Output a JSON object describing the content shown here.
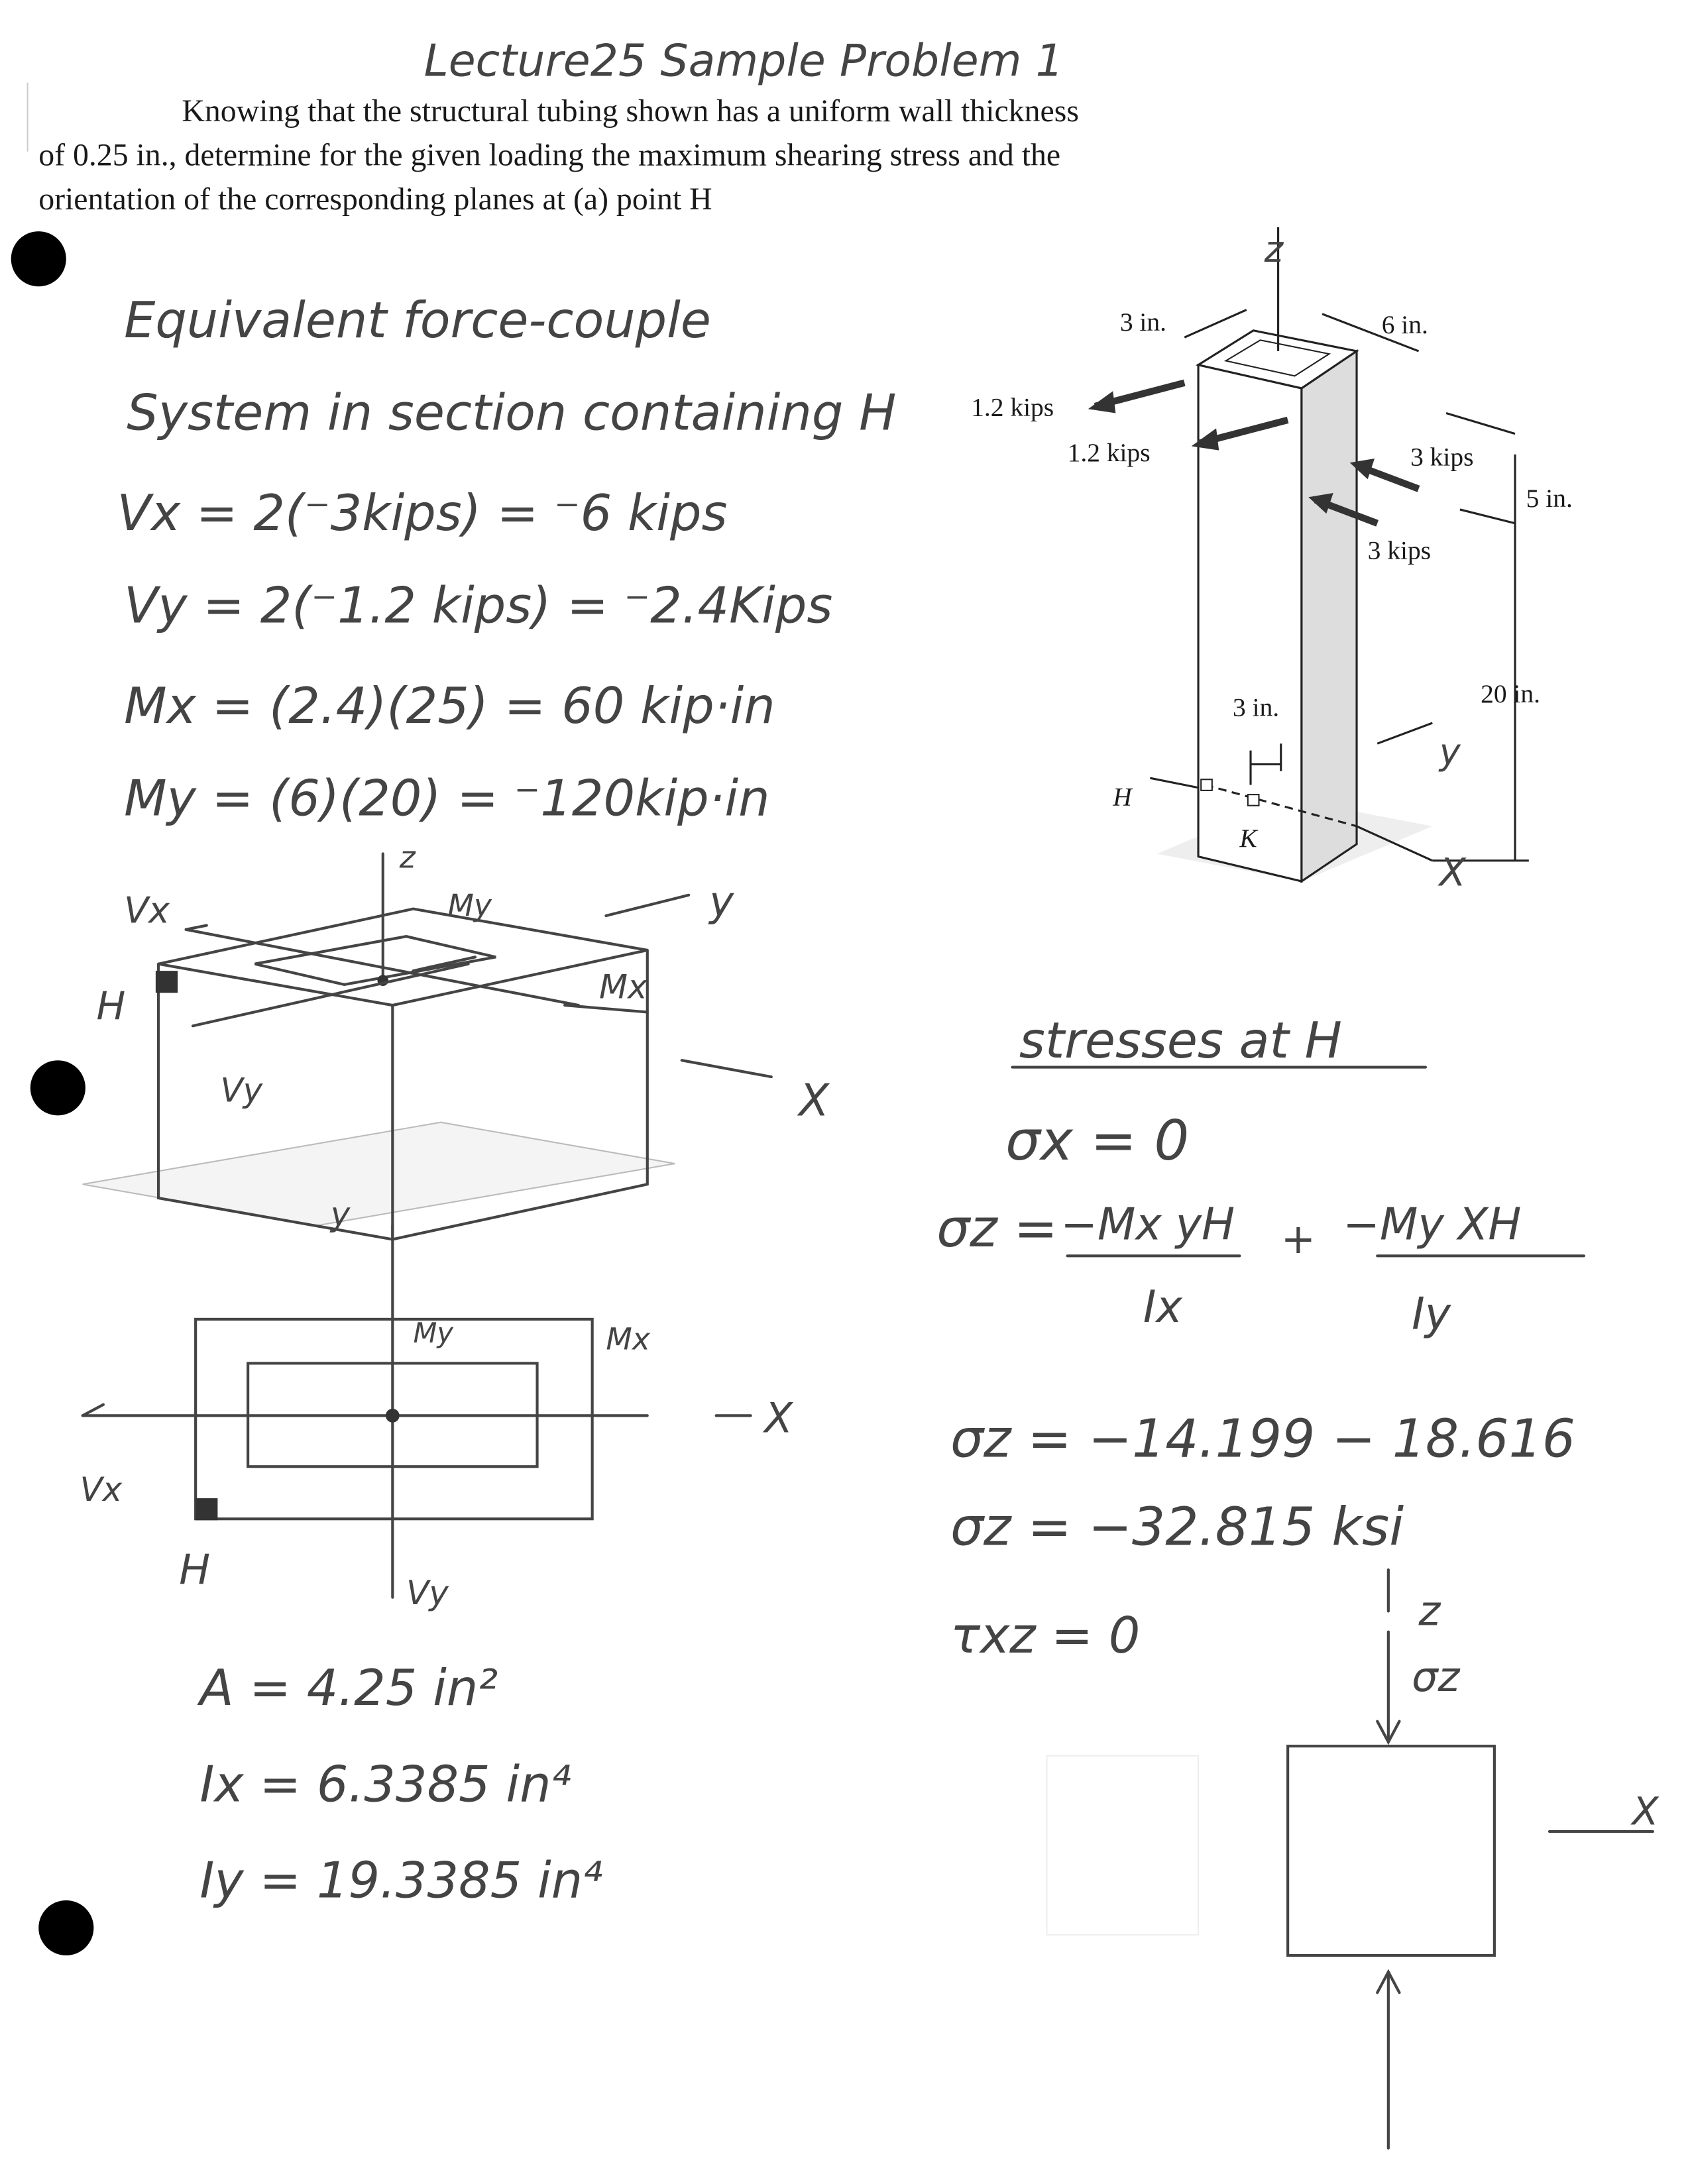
{
  "title": "Lecture25 Sample Problem 1",
  "problem": {
    "lines": [
      "Knowing that the structural tubing shown has a uniform wall thickness",
      "of 0.25 in., determine for the given loading the maximum shearing stress and the",
      "orientation of the corresponding planes at (a) point H"
    ]
  },
  "left_notes": {
    "heading1": "Equivalent force-couple",
    "heading2": "System in section containing H",
    "equations": [
      "Vx = 2(⁻3kips) = ⁻6 kips",
      "Vy = 2(⁻1.2 kips) = ⁻2.4Kips",
      "Mx = (2.4)(25) = 60 kip·in",
      "My = (6)(20) = ⁻120kip·in"
    ],
    "box_labels": {
      "vx": "Vx",
      "h": "H",
      "z": "z",
      "my": "My",
      "y": "y",
      "mx": "Mx",
      "vy": "Vy",
      "x": "X"
    },
    "section_labels": {
      "y": "y",
      "my": "My",
      "mx": "Mx",
      "x": "X",
      "vx": "Vx",
      "h": "H",
      "vy": "Vy"
    },
    "properties": [
      "A = 4.25 in²",
      "Ix = 6.3385 in⁴",
      "Iy = 19.3385 in⁴"
    ]
  },
  "figure": {
    "z": "z",
    "dim_3in_top": "3 in.",
    "dim_6in": "6 in.",
    "load_1": "1.2 kips",
    "load_2": "1.2 kips",
    "load_3": "3 kips",
    "load_4": "3 kips",
    "dim_5in": "5 in.",
    "dim_20in": "20 in.",
    "dim_3in_side": "3 in.",
    "y": "y",
    "H": "H",
    "K": "K",
    "x": "X"
  },
  "stresses": {
    "heading": "stresses at H",
    "sigma_x": "σx = 0",
    "sigma_z_label": "σz =",
    "term1_num": "−Mx yH",
    "term1_den": "Ix",
    "plus": "+",
    "term2_num": "−My XH",
    "term2_den": "Iy",
    "sigma_z_sum": "σz = −14.199 − 18.616",
    "sigma_z_result": "σz = −32.815 ksi",
    "tau_xz": "τxz = 0",
    "element_z": "z",
    "element_sigma": "σz",
    "element_x": "X"
  }
}
